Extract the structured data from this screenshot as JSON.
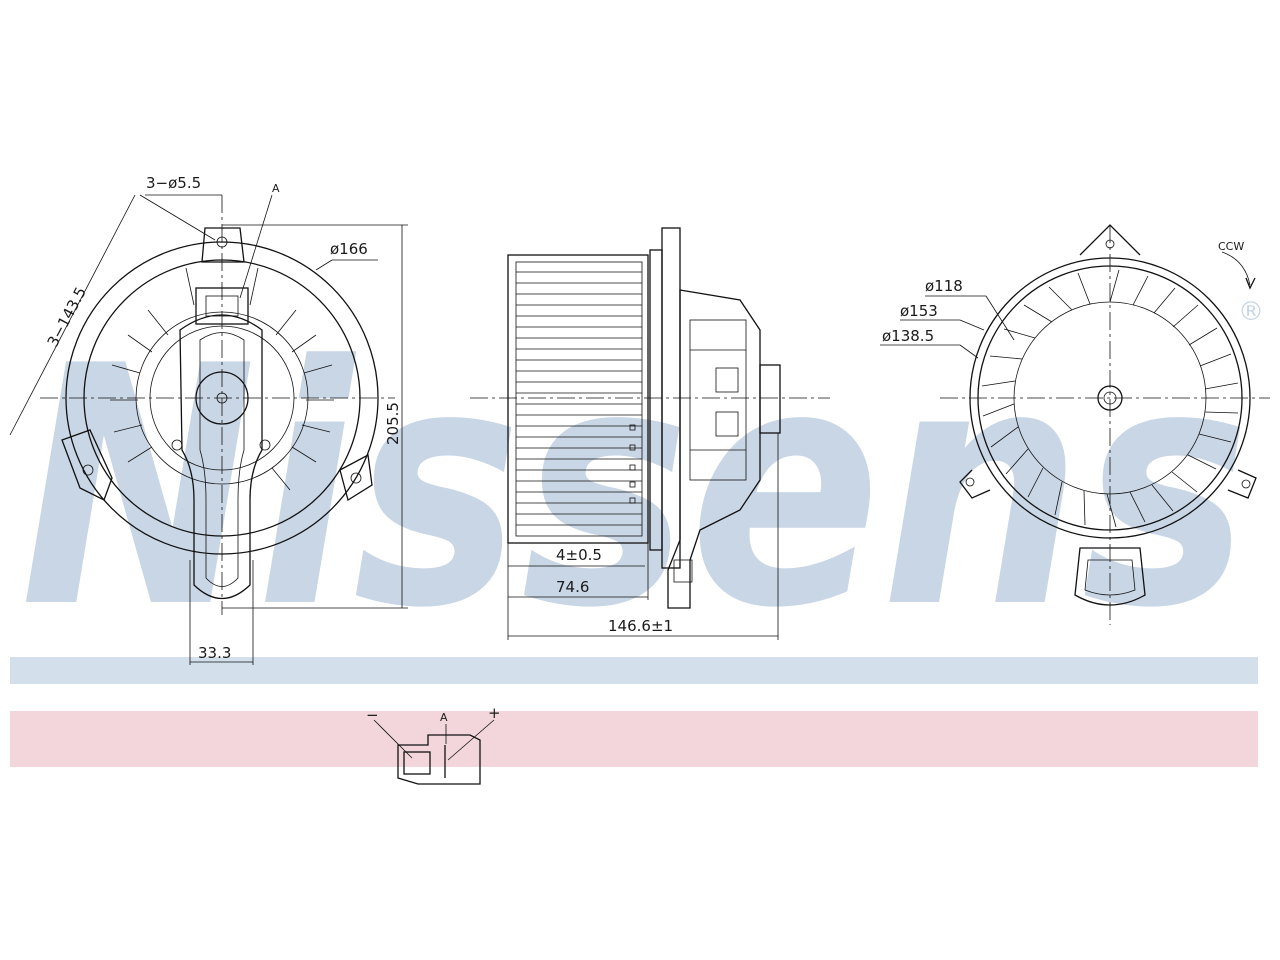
{
  "watermark": {
    "text": "Nissens",
    "registered": "®",
    "color": "#c9d6e6"
  },
  "bands": {
    "blue": "#d4dfec",
    "pink": "#f2d6dc"
  },
  "front_view": {
    "holes": "3−ø5.5",
    "connector_ref": "A",
    "bolt_circle": "3−143.5",
    "outer_diameter": "ø166",
    "height": "205.5",
    "offset": "33.3"
  },
  "side_view": {
    "shaft": "4±0.5",
    "wheel_height": "74.6",
    "overall_length": "146.6±1"
  },
  "rear_view": {
    "rotation": "CCW",
    "d1": "ø118",
    "d2": "ø153",
    "d3": "ø138.5"
  },
  "connector": {
    "minus": "−",
    "label": "A",
    "plus": "+"
  }
}
